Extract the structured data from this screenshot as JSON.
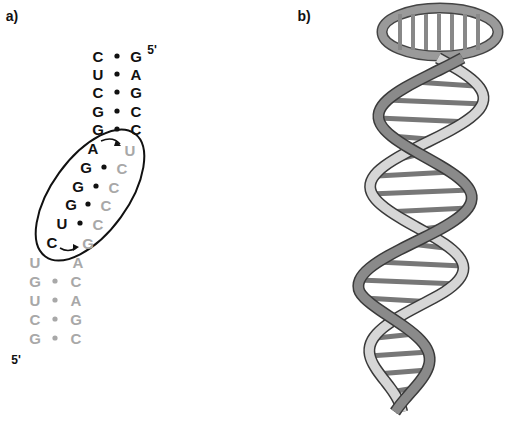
{
  "diagram": {
    "labels": [
      "a)",
      "b)",
      "C",
      "G",
      "5'",
      "U",
      "A",
      "C",
      "G",
      "G",
      "C",
      "G",
      "C",
      "A",
      "U",
      "G",
      "C",
      "G",
      "C",
      "G",
      "C",
      "U",
      "C",
      "C",
      "G",
      "U",
      "A",
      "G",
      "C",
      "U",
      "A",
      "C",
      "G",
      "G",
      "C",
      "5'"
    ]
  }
}
